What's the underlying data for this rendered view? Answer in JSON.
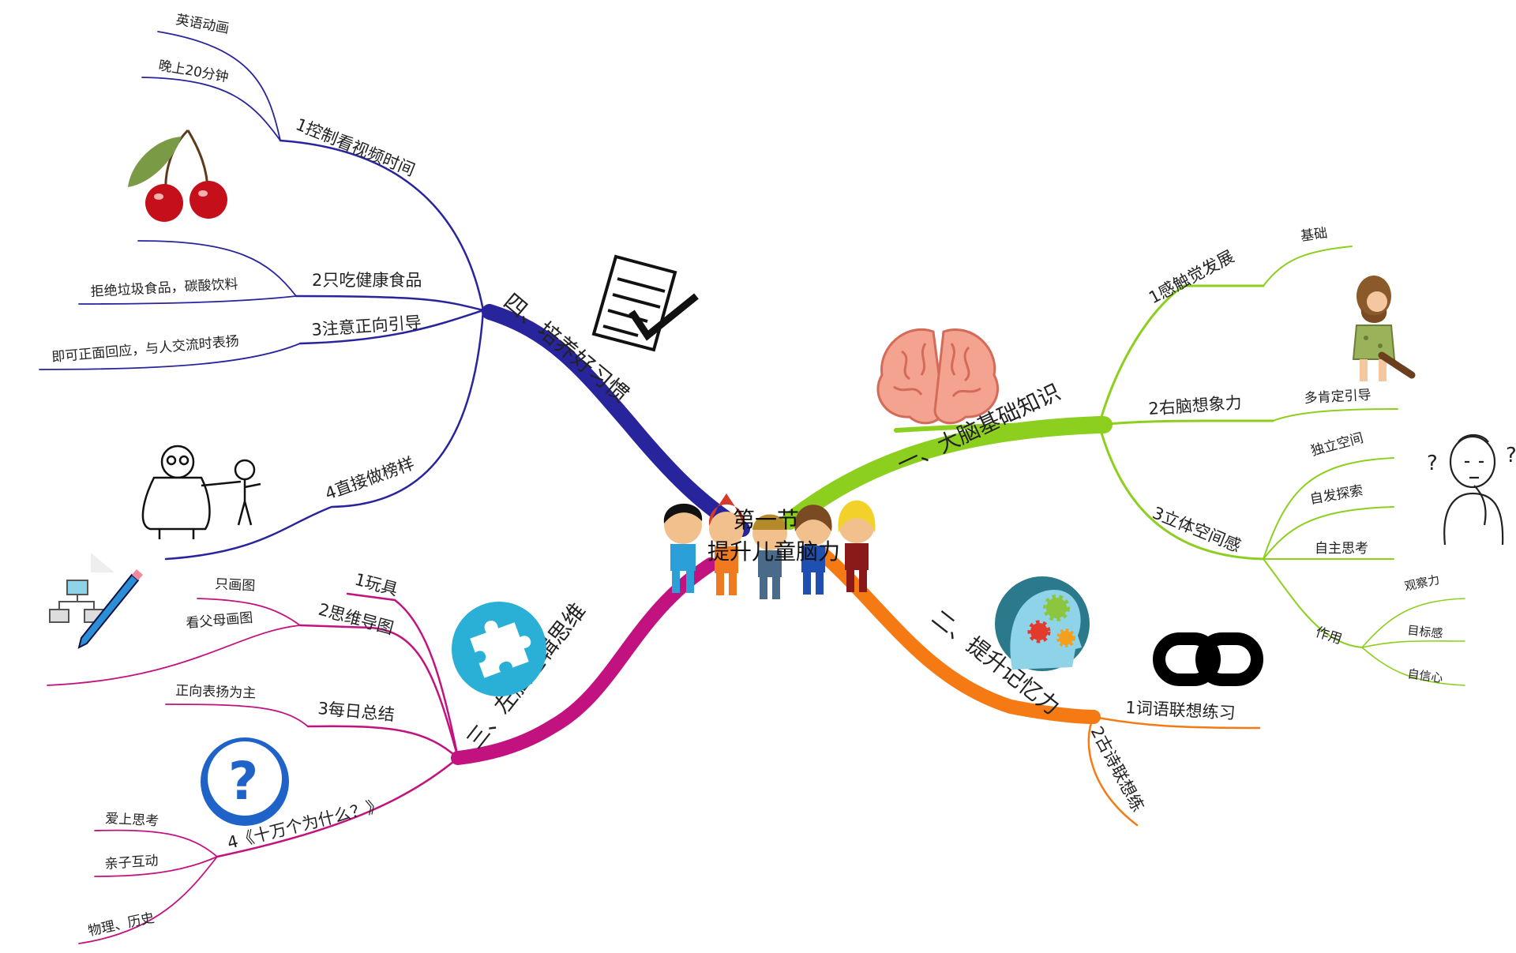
{
  "center": {
    "line1": "第一节",
    "line2": "提升儿童脑力"
  },
  "colors": {
    "brain": "#8ccf1e",
    "memory": "#f57a14",
    "logic": "#c2127f",
    "habit": "#28249c"
  },
  "branches": {
    "brain": {
      "label": "一、大脑基础知识",
      "icon": "brain-icon",
      "children": {
        "touch": {
          "label": "1感触觉发展",
          "leaf": "基础"
        },
        "right": {
          "label": "2右脑想象力",
          "leaf": "多肯定引导"
        },
        "space": {
          "label": "3立体空间感",
          "leaves": [
            "独立空间",
            "自发探索",
            "自主思考"
          ],
          "effect": {
            "label": "作用",
            "leaves": [
              "观察力",
              "目标感",
              "自信心"
            ]
          }
        }
      }
    },
    "memory": {
      "label": "二、提升记忆力",
      "icon": "gears-head-icon",
      "children": {
        "word": "1词语联想练习",
        "poem": "2古诗联想练"
      }
    },
    "logic": {
      "label": "三、左脑逻辑思维",
      "icon": "puzzle-icon",
      "children": {
        "toys": "1玩具",
        "mindmap": {
          "label": "2思维导图",
          "leaves": [
            "只画图",
            "看父母画图"
          ]
        },
        "summary": {
          "label": "3每日总结",
          "leaf": "正向表扬为主"
        },
        "why": {
          "label": "4《十万个为什么？》",
          "leaves": [
            "爱上思考",
            "亲子互动",
            "物理、历史"
          ]
        }
      }
    },
    "habit": {
      "label": "四、培养好习惯",
      "icon": "checklist-icon",
      "children": {
        "video": {
          "label": "1控制看视频时间",
          "leaves": [
            "英语动画",
            "晚上20分钟"
          ]
        },
        "food": {
          "label": "2只吃健康食品",
          "leaf": "拒绝垃圾食品，碳酸饮料"
        },
        "guide": {
          "label": "3注意正向引导",
          "leaf": "即可正面回应，与人交流时表扬"
        },
        "model": {
          "label": "4直接做榜样"
        }
      }
    }
  }
}
